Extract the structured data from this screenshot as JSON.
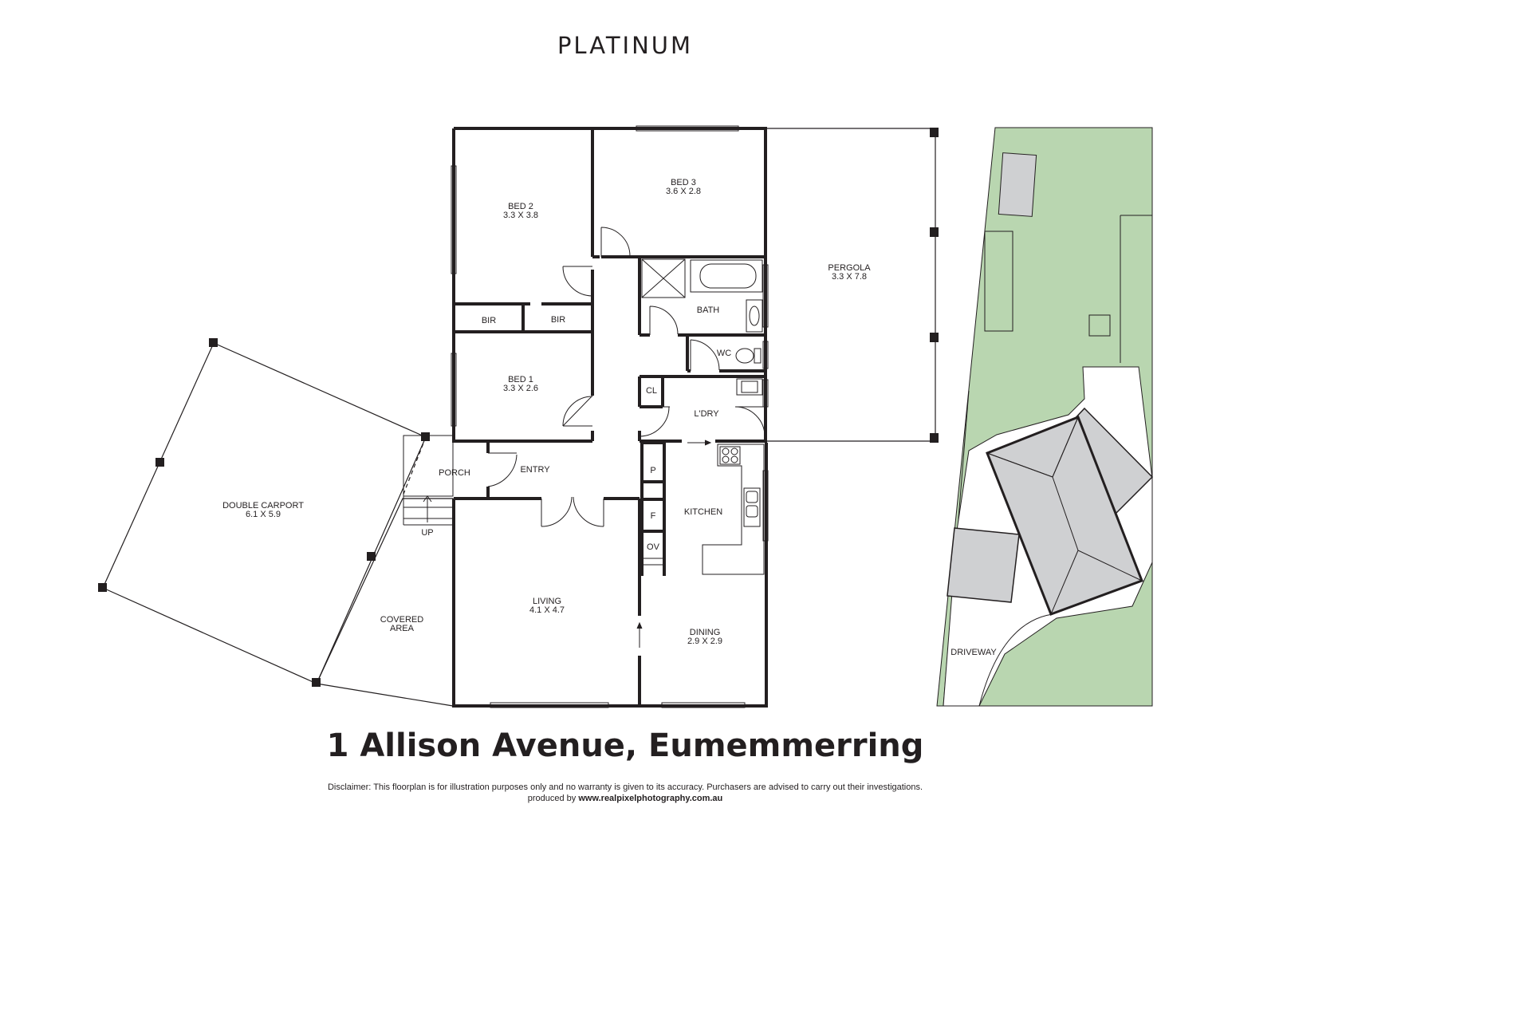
{
  "brand": "PLATINUM",
  "rooms": {
    "bed2": {
      "name": "BED 2",
      "dims": "3.3 X 3.8"
    },
    "bed3": {
      "name": "BED 3",
      "dims": "3.6 X 2.8"
    },
    "pergola": {
      "name": "PERGOLA",
      "dims": "3.3 X 7.8"
    },
    "bir1": {
      "name": "BIR"
    },
    "bir2": {
      "name": "BIR"
    },
    "bath": {
      "name": "BATH"
    },
    "wc": {
      "name": "WC"
    },
    "bed1": {
      "name": "BED 1",
      "dims": "3.3 X 2.6"
    },
    "cl": {
      "name": "CL"
    },
    "laundry": {
      "name": "L'DRY"
    },
    "porch": {
      "name": "PORCH"
    },
    "entry": {
      "name": "ENTRY"
    },
    "pantry": {
      "name": "P"
    },
    "kitchen": {
      "name": "KITCHEN"
    },
    "fridge": {
      "name": "F"
    },
    "oven": {
      "name": "OV"
    },
    "up": {
      "name": "UP"
    },
    "double_carport": {
      "name": "DOUBLE CARPORT",
      "dims": "6.1 X 5.9"
    },
    "living": {
      "name": "LIVING",
      "dims": "4.1 X 4.7"
    },
    "covered_area": {
      "name": "COVERED",
      "name2": "AREA"
    },
    "dining": {
      "name": "DINING",
      "dims": "2.9 X 2.9"
    },
    "driveway": {
      "name": "DRIVEWAY"
    }
  },
  "colors": {
    "wall": "#231f20",
    "lawn": "#b9d6b0",
    "roof": "#cfd0d2"
  },
  "address": "1 Allison Avenue, Eumemmerring",
  "disclaimer": "Disclaimer: This floorplan is for illustration purposes only and no warranty is given to its accuracy. Purchasers are advised to carry out their investigations.",
  "produced_prefix": "produced by ",
  "produced_site": "www.realpixelphotography.com.au"
}
